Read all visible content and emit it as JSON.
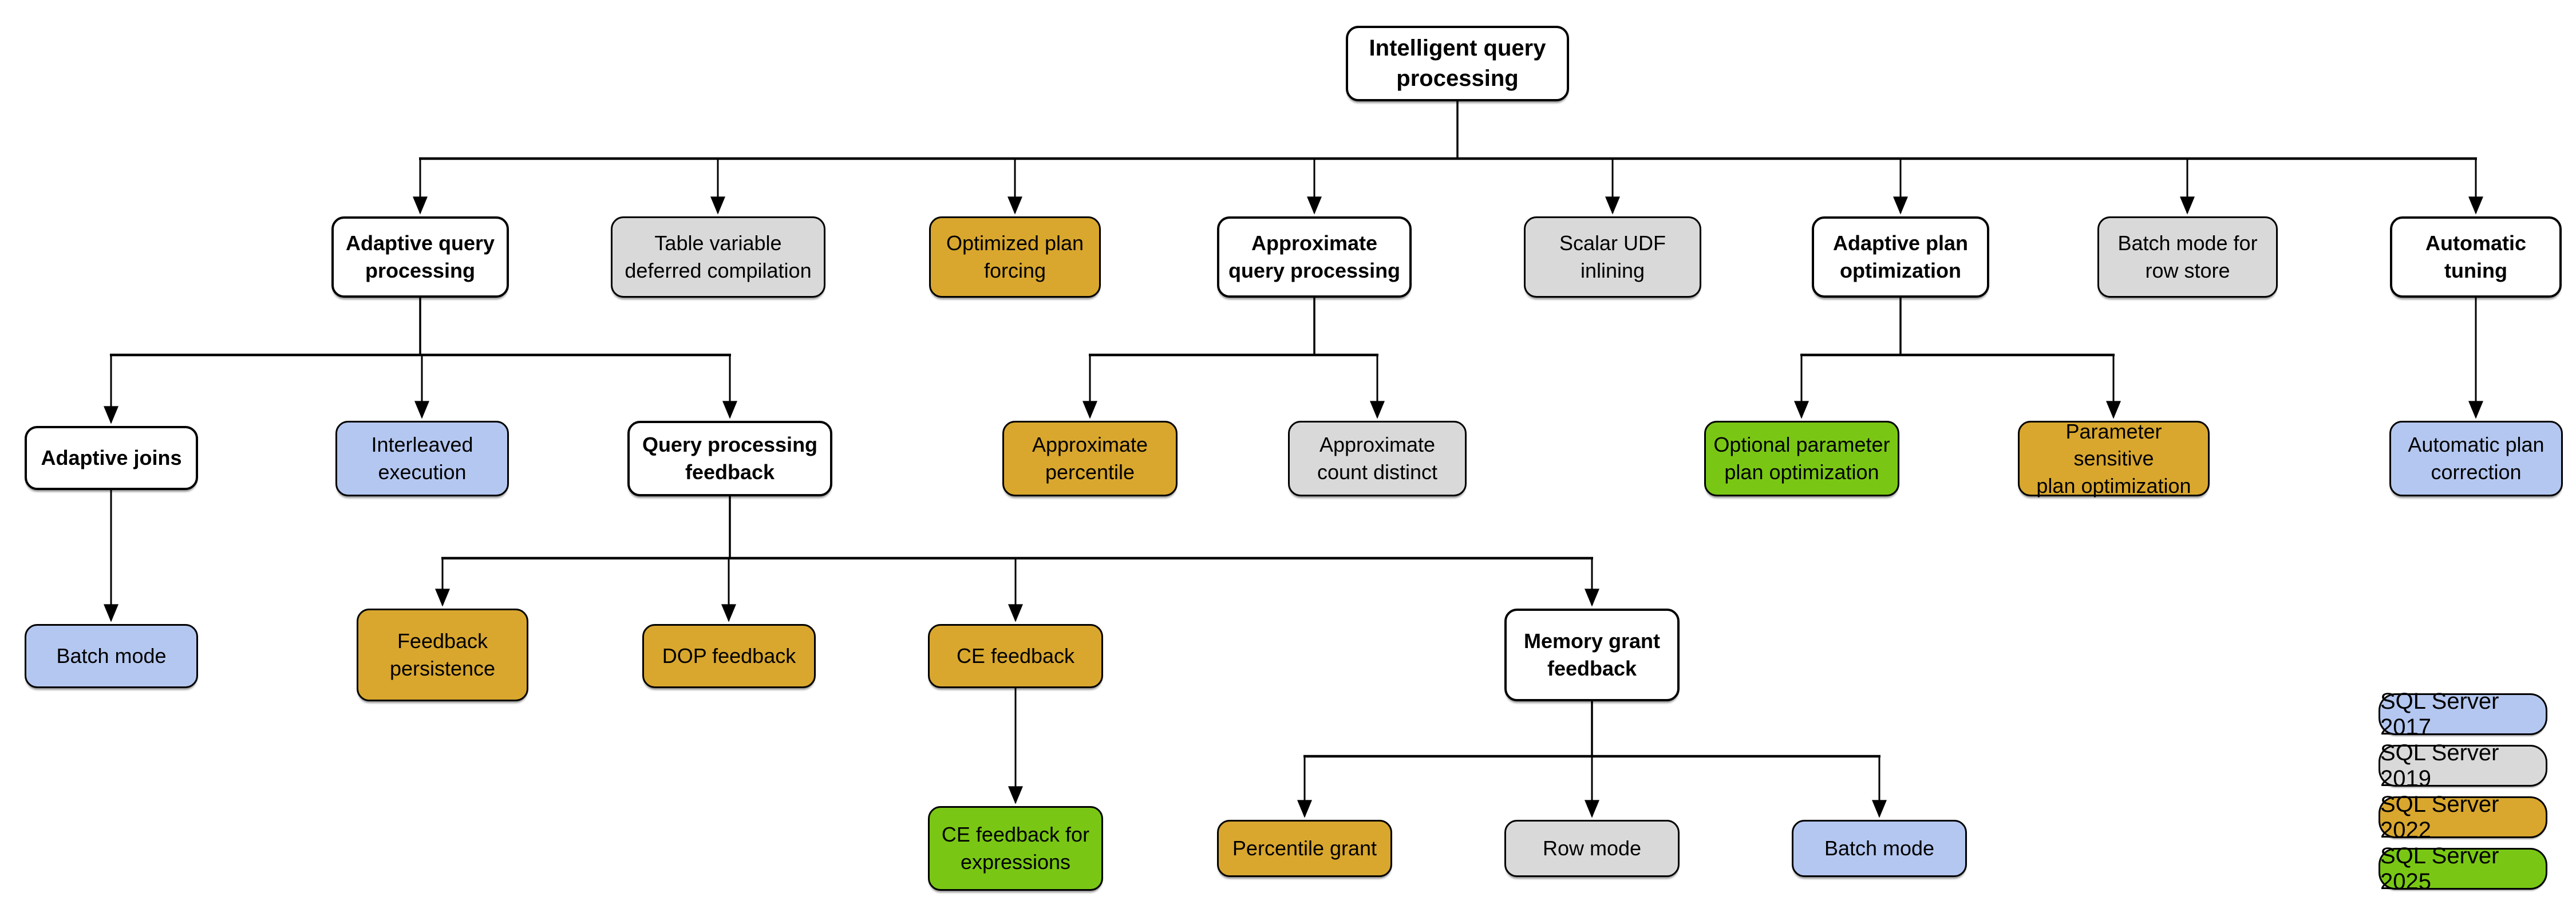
{
  "palette": {
    "white": "#FFFFFF",
    "gray": "#D9D9D9",
    "gold": "#D9A72E",
    "blue": "#B4C7F0",
    "green": "#79C714",
    "line": "#000000",
    "border": "#000000"
  },
  "nodes": {
    "root": {
      "label": "Intelligent query\nprocessing",
      "color": "white"
    },
    "adaptive_query_processing": {
      "label": "Adaptive query\nprocessing",
      "color": "white"
    },
    "table_variable_deferred_compilation": {
      "label": "Table variable\ndeferred compilation",
      "color": "gray"
    },
    "optimized_plan_forcing": {
      "label": "Optimized plan\nforcing",
      "color": "gold"
    },
    "approximate_query_processing": {
      "label": "Approximate\nquery processing",
      "color": "white"
    },
    "scalar_udf_inlining": {
      "label": "Scalar UDF\ninlining",
      "color": "gray"
    },
    "adaptive_plan_optimization": {
      "label": "Adaptive plan\noptimization",
      "color": "white"
    },
    "batch_mode_for_row_store": {
      "label": "Batch mode for\nrow store",
      "color": "gray"
    },
    "automatic_tuning": {
      "label": "Automatic\ntuning",
      "color": "white"
    },
    "adaptive_joins": {
      "label": "Adaptive joins",
      "color": "white"
    },
    "interleaved_execution": {
      "label": "Interleaved\nexecution",
      "color": "blue"
    },
    "query_processing_feedback": {
      "label": "Query processing\nfeedback",
      "color": "white"
    },
    "approximate_percentile": {
      "label": "Approximate\npercentile",
      "color": "gold"
    },
    "approximate_count_distinct": {
      "label": "Approximate\ncount distinct",
      "color": "gray"
    },
    "optional_parameter_plan_optimization": {
      "label": "Optional parameter\nplan optimization",
      "color": "green"
    },
    "parameter_sensitive_plan_optimization": {
      "label": "Parameter sensitive\nplan optimization",
      "color": "gold"
    },
    "automatic_plan_correction": {
      "label": "Automatic plan\ncorrection",
      "color": "blue"
    },
    "batch_mode_under_adaptive_joins": {
      "label": "Batch mode",
      "color": "blue"
    },
    "feedback_persistence": {
      "label": "Feedback\npersistence",
      "color": "gold"
    },
    "dop_feedback": {
      "label": "DOP feedback",
      "color": "gold"
    },
    "ce_feedback": {
      "label": "CE feedback",
      "color": "gold"
    },
    "memory_grant_feedback": {
      "label": "Memory grant\nfeedback",
      "color": "white"
    },
    "ce_feedback_for_expressions": {
      "label": "CE feedback for\nexpressions",
      "color": "green"
    },
    "percentile_grant": {
      "label": "Percentile grant",
      "color": "gold"
    },
    "row_mode": {
      "label": "Row mode",
      "color": "gray"
    },
    "batch_mode_under_memory_grant": {
      "label": "Batch mode",
      "color": "blue"
    }
  },
  "edges": [
    {
      "from": "root",
      "to": "adaptive_query_processing"
    },
    {
      "from": "root",
      "to": "table_variable_deferred_compilation"
    },
    {
      "from": "root",
      "to": "optimized_plan_forcing"
    },
    {
      "from": "root",
      "to": "approximate_query_processing"
    },
    {
      "from": "root",
      "to": "scalar_udf_inlining"
    },
    {
      "from": "root",
      "to": "adaptive_plan_optimization"
    },
    {
      "from": "root",
      "to": "batch_mode_for_row_store"
    },
    {
      "from": "root",
      "to": "automatic_tuning"
    },
    {
      "from": "adaptive_query_processing",
      "to": "adaptive_joins"
    },
    {
      "from": "adaptive_query_processing",
      "to": "interleaved_execution"
    },
    {
      "from": "adaptive_query_processing",
      "to": "query_processing_feedback"
    },
    {
      "from": "approximate_query_processing",
      "to": "approximate_percentile"
    },
    {
      "from": "approximate_query_processing",
      "to": "approximate_count_distinct"
    },
    {
      "from": "adaptive_plan_optimization",
      "to": "optional_parameter_plan_optimization"
    },
    {
      "from": "adaptive_plan_optimization",
      "to": "parameter_sensitive_plan_optimization"
    },
    {
      "from": "automatic_tuning",
      "to": "automatic_plan_correction"
    },
    {
      "from": "adaptive_joins",
      "to": "batch_mode_under_adaptive_joins"
    },
    {
      "from": "query_processing_feedback",
      "to": "feedback_persistence"
    },
    {
      "from": "query_processing_feedback",
      "to": "dop_feedback"
    },
    {
      "from": "query_processing_feedback",
      "to": "ce_feedback"
    },
    {
      "from": "query_processing_feedback",
      "to": "memory_grant_feedback"
    },
    {
      "from": "ce_feedback",
      "to": "ce_feedback_for_expressions"
    },
    {
      "from": "memory_grant_feedback",
      "to": "percentile_grant"
    },
    {
      "from": "memory_grant_feedback",
      "to": "row_mode"
    },
    {
      "from": "memory_grant_feedback",
      "to": "batch_mode_under_memory_grant"
    }
  ],
  "legend": {
    "items": [
      {
        "label": "SQL Server 2017",
        "color": "blue"
      },
      {
        "label": "SQL Server 2019",
        "color": "gray"
      },
      {
        "label": "SQL Server 2022",
        "color": "gold"
      },
      {
        "label": "SQL Server 2025",
        "color": "green"
      }
    ]
  }
}
